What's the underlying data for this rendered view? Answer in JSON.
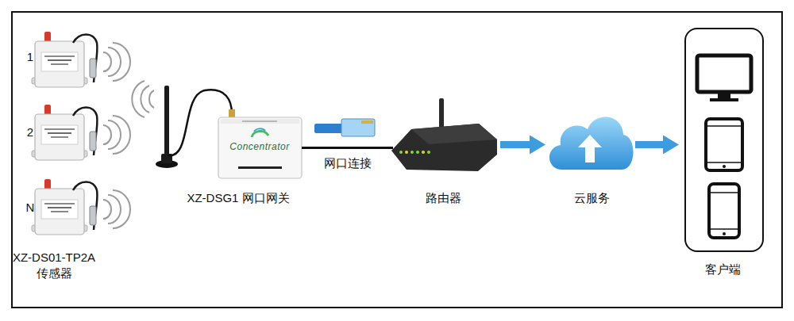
{
  "diagram": {
    "nodes": [
      {
        "text": [
          "1"
        ]
      },
      {
        "text": [
          "2"
        ]
      },
      {
        "text": [
          "N"
        ]
      },
      {
        "text": [
          "Concentrator",
          "XZ-DSG1 网口网关"
        ]
      },
      {
        "text": [
          "路由器"
        ]
      },
      {
        "text": [
          "云服务"
        ]
      },
      {
        "text": [
          "客户端"
        ]
      }
    ],
    "edges": [
      {
        "from": 3,
        "to": 4,
        "label": "网口连接",
        "arrow": "none"
      },
      {
        "from": 4,
        "to": 5,
        "arrow": "to"
      },
      {
        "from": 5,
        "to": 6,
        "arrow": "to"
      }
    ],
    "labels": [
      "XZ-DS01-TP2A 传感器"
    ]
  }
}
